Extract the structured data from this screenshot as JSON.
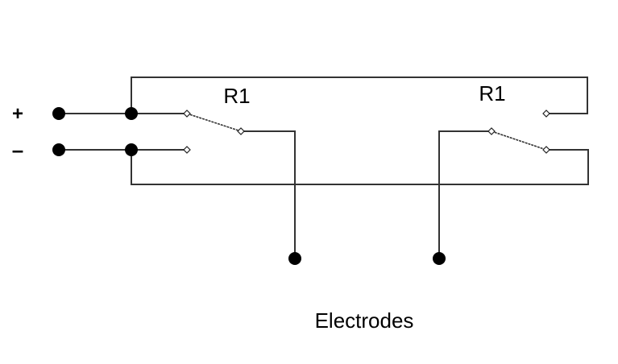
{
  "diagram": {
    "type": "circuit-schematic",
    "terminals": {
      "positive": "+",
      "negative": "–"
    },
    "relays": [
      {
        "label": "R1"
      },
      {
        "label": "R1"
      }
    ],
    "electrodes_label": "Electrodes",
    "colors": {
      "wire": "#333333",
      "node": "#000000",
      "background": "#ffffff"
    }
  }
}
